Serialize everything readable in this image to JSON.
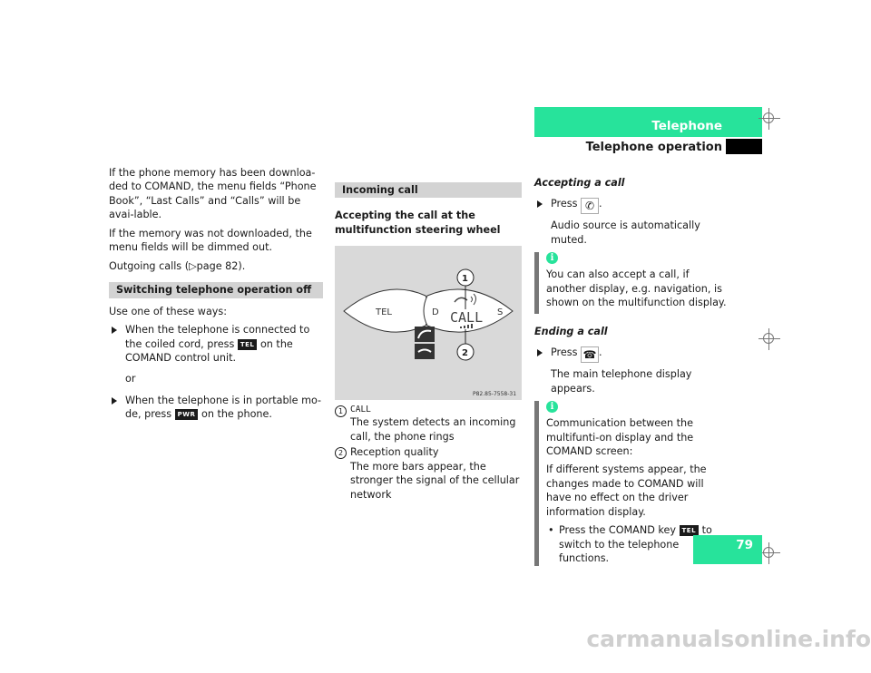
{
  "header": {
    "section": "Telephone",
    "subsection": "Telephone operation"
  },
  "page_number": "79",
  "left": {
    "p1": "If the phone memory has been downloa-ded to COMAND, the menu fields “Phone Book”, “Last Calls” and “Calls” will be avai-lable.",
    "p2": "If the memory was not downloaded, the menu fields will be dimmed out.",
    "p3_pre": "Outgoing calls (",
    "p3_ref": "page 82",
    "p3_post": ").",
    "section_title": "Switching telephone operation off",
    "intro": "Use one of these ways:",
    "b1_pre": "When the telephone is connected to the coiled cord, press",
    "b1_key": "TEL",
    "b1_post": "on the COMAND control unit.",
    "or": "or",
    "b2_pre": "When the telephone is in portable mo-de, press",
    "b2_key": "PWR",
    "b2_post": "on the phone."
  },
  "middle": {
    "section_title": "Incoming call",
    "heading": "Accepting the call at the multifunction steering wheel",
    "figure": {
      "left_label": "TEL",
      "display_text": "CALL",
      "d_label": "D",
      "s_label": "S",
      "callout1": "1",
      "callout2": "2",
      "ref": "P82.85-7558-31"
    },
    "legend": [
      {
        "num": "1",
        "title": "CALL",
        "text": "The system detects an incoming call, the phone rings"
      },
      {
        "num": "2",
        "title": "Reception quality",
        "text": "The more bars appear, the stronger the signal of the cellular network"
      }
    ]
  },
  "right": {
    "accept_heading": "Accepting a call",
    "accept_press": "Press",
    "accept_result": "Audio source is automatically muted.",
    "info1": "You can also accept a call, if another display, e.g. navigation, is shown on the multifunction display.",
    "end_heading": "Ending a call",
    "end_press": "Press",
    "end_result": "The main telephone display appears.",
    "info2_p1": "Communication between the multifunti-on display and the COMAND screen:",
    "info2_p2": "If different systems appear, the changes made to COMAND will have no effect on the driver information display.",
    "info2_dot_pre": "Press the COMAND key",
    "info2_dot_key": "TEL",
    "info2_dot_post": "to switch to the telephone functions."
  },
  "watermark": "carmanualsonline.info",
  "colors": {
    "accent": "#27e39b",
    "bar_gray": "#d3d3d3",
    "figure_bg": "#d9d9d9"
  }
}
